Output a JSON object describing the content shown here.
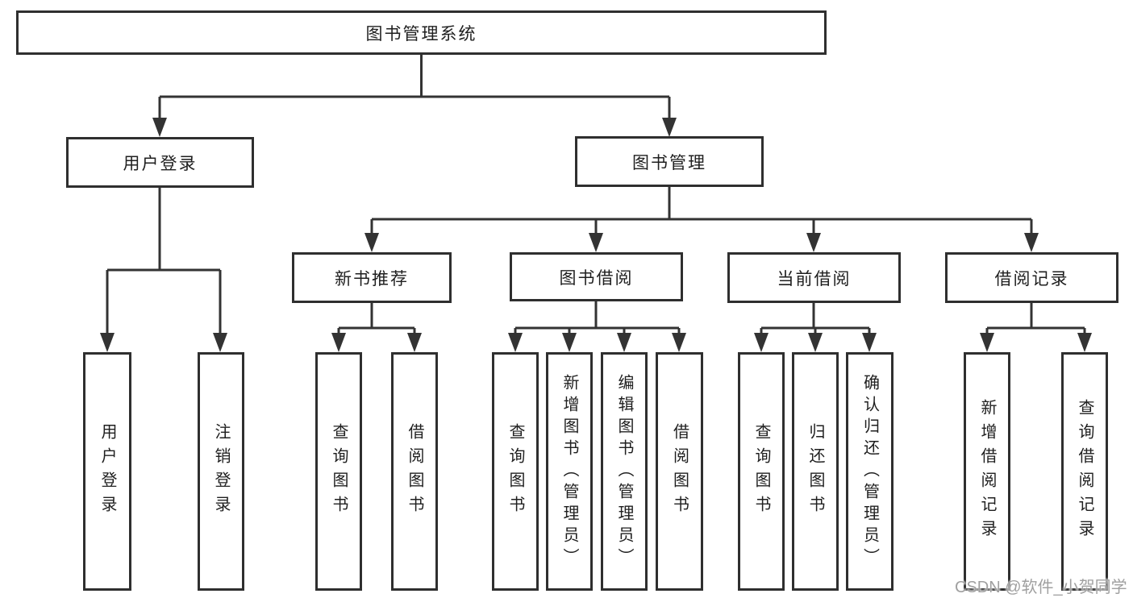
{
  "tree": {
    "root": "图书管理系统",
    "children": [
      {
        "label": "用户登录",
        "children": [
          "用户登录",
          "注销登录"
        ]
      },
      {
        "label": "图书管理",
        "children": [
          {
            "label": "新书推荐",
            "children": [
              "查询图书",
              "借阅图书"
            ]
          },
          {
            "label": "图书借阅",
            "children": [
              "查询图书",
              "新增图书（管理员）",
              "编辑图书（管理员）",
              "借阅图书"
            ]
          },
          {
            "label": "当前借阅",
            "children": [
              "查询图书",
              "归还图书",
              "确认归还（管理员）"
            ]
          },
          {
            "label": "借阅记录",
            "children": [
              "新增借阅记录",
              "查询借阅记录"
            ]
          }
        ]
      }
    ]
  },
  "watermark": "CSDN @软件_小贺同学",
  "colors": {
    "line": "#333333",
    "border": "#2f2f2f",
    "text": "#1f1f1f",
    "watermark": "#a0a0a0",
    "background": "#ffffff"
  }
}
